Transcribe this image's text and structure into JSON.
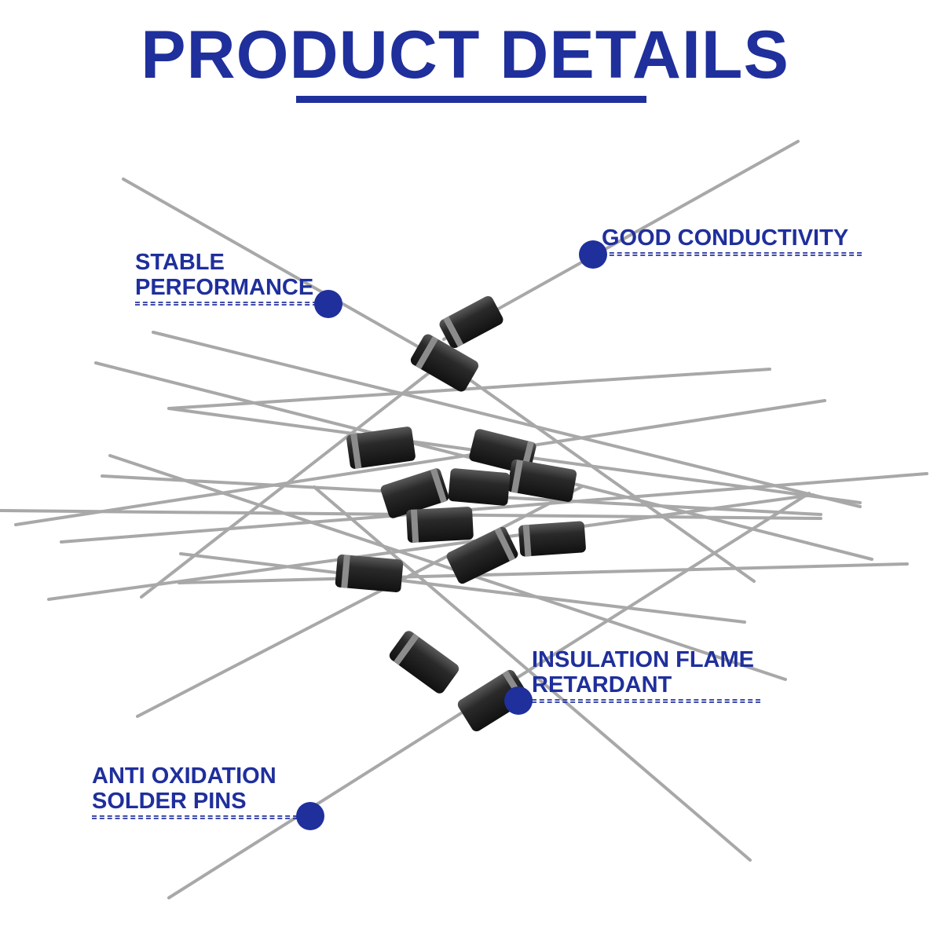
{
  "header": {
    "title": "PRODUCT DETAILS"
  },
  "callouts": [
    {
      "lines": [
        "STABLE",
        "PERFORMANCE"
      ]
    },
    {
      "lines": [
        "GOOD CONDUCTIVITY"
      ]
    },
    {
      "lines": [
        "INSULATION FLAME",
        "RETARDANT"
      ]
    },
    {
      "lines": [
        "ANTI OXIDATION",
        "SOLDER PINS"
      ]
    }
  ],
  "colors": {
    "accent": "#1f2f9c",
    "lead": "#9a9a9a",
    "body": "#2b2b2b",
    "band": "#8c8c8c"
  }
}
